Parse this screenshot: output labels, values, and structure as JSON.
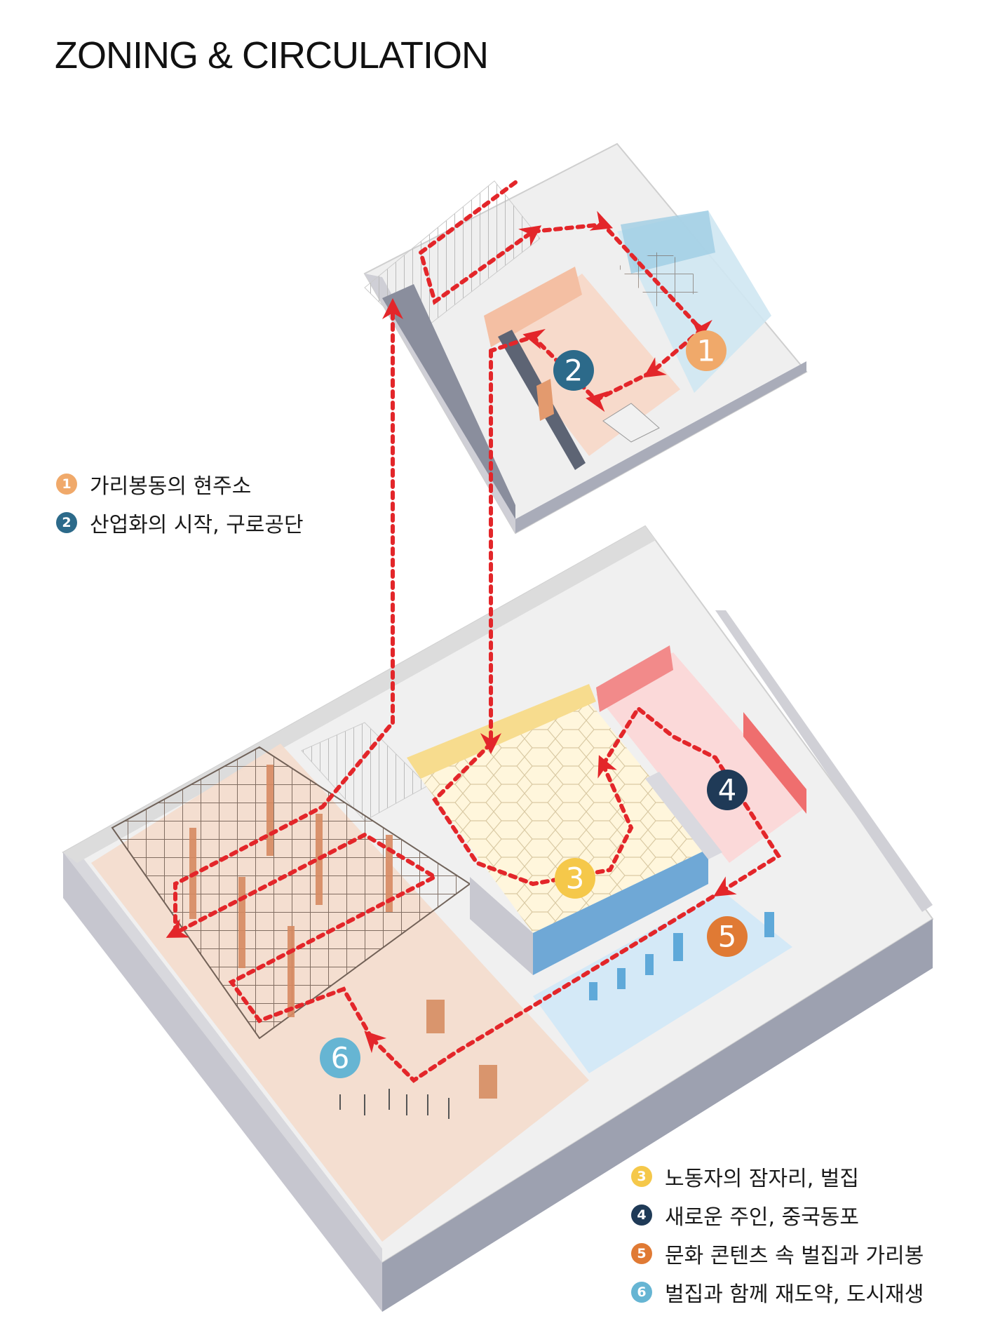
{
  "title": "ZONING & CIRCULATION",
  "colors": {
    "z1": "#f0a96a",
    "z2": "#2c6a8a",
    "z3": "#f5c84a",
    "z4": "#1f3a57",
    "z5": "#e07a34",
    "z6": "#66b5d3",
    "route": "#e3262a"
  },
  "zones": [
    {
      "num": "1",
      "label": "가리봉동의 현주소"
    },
    {
      "num": "2",
      "label": "산업화의 시작, 구로공단"
    },
    {
      "num": "3",
      "label": "노동자의 잠자리, 벌집"
    },
    {
      "num": "4",
      "label": "새로운 주인, 중국동포"
    },
    {
      "num": "5",
      "label": "문화 콘텐츠 속 벌집과 가리봉"
    },
    {
      "num": "6",
      "label": "벌집과 함께 재도약, 도시재생"
    }
  ]
}
